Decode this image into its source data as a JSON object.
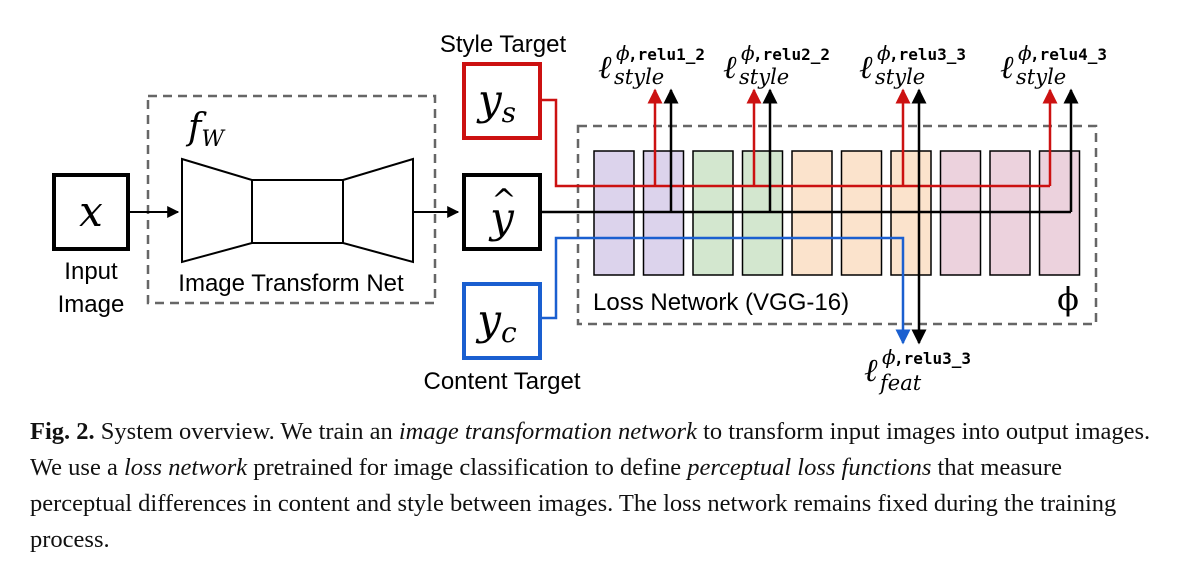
{
  "diagram": {
    "nodes": {
      "input": {
        "symbol": "x",
        "label_line1": "Input",
        "label_line2": "Image"
      },
      "transform_net": {
        "function": "f",
        "function_sub": "W",
        "label": "Image Transform Net"
      },
      "output": {
        "symbol": "y",
        "hat": "^"
      },
      "style_target": {
        "symbol": "y",
        "sub": "s",
        "label": "Style Target"
      },
      "content_target": {
        "symbol": "y",
        "sub": "c",
        "label": "Content Target"
      },
      "loss_network": {
        "label": "Loss Network (VGG-16)",
        "symbol": "ϕ"
      }
    },
    "style_losses": [
      {
        "letter": "ℓ",
        "sup_phi": "ϕ",
        "layer": ",relu1_2",
        "sub": "style"
      },
      {
        "letter": "ℓ",
        "sup_phi": "ϕ",
        "layer": ",relu2_2",
        "sub": "style"
      },
      {
        "letter": "ℓ",
        "sup_phi": "ϕ",
        "layer": ",relu3_3",
        "sub": "style"
      },
      {
        "letter": "ℓ",
        "sup_phi": "ϕ",
        "layer": ",relu4_3",
        "sub": "style"
      }
    ],
    "feature_loss": {
      "letter": "ℓ",
      "sup_phi": "ϕ",
      "layer": ",relu3_3",
      "sub": "feat"
    },
    "colors": {
      "style": "#cc1111",
      "content": "#1a5fd0",
      "main": "#000000",
      "dashed": "#666666",
      "layers": [
        "#dcd3ec",
        "#dcd3ec",
        "#d3e7cf",
        "#d3e7cf",
        "#fbe3cc",
        "#fbe3cc",
        "#fbe3cc",
        "#ecd2dd",
        "#ecd2dd",
        "#ecd2dd"
      ]
    }
  },
  "caption": {
    "label": "Fig. 2.",
    "parts": [
      {
        "text": " System overview. We train an ",
        "italic": false
      },
      {
        "text": "image transformation network",
        "italic": true
      },
      {
        "text": " to transform input images into output images. We use a ",
        "italic": false
      },
      {
        "text": "loss network",
        "italic": true
      },
      {
        "text": " pretrained for image classification to define ",
        "italic": false
      },
      {
        "text": "perceptual loss functions",
        "italic": true
      },
      {
        "text": " that measure perceptual differences in content and style between images. The loss network remains fixed during the training process.",
        "italic": false
      }
    ]
  }
}
